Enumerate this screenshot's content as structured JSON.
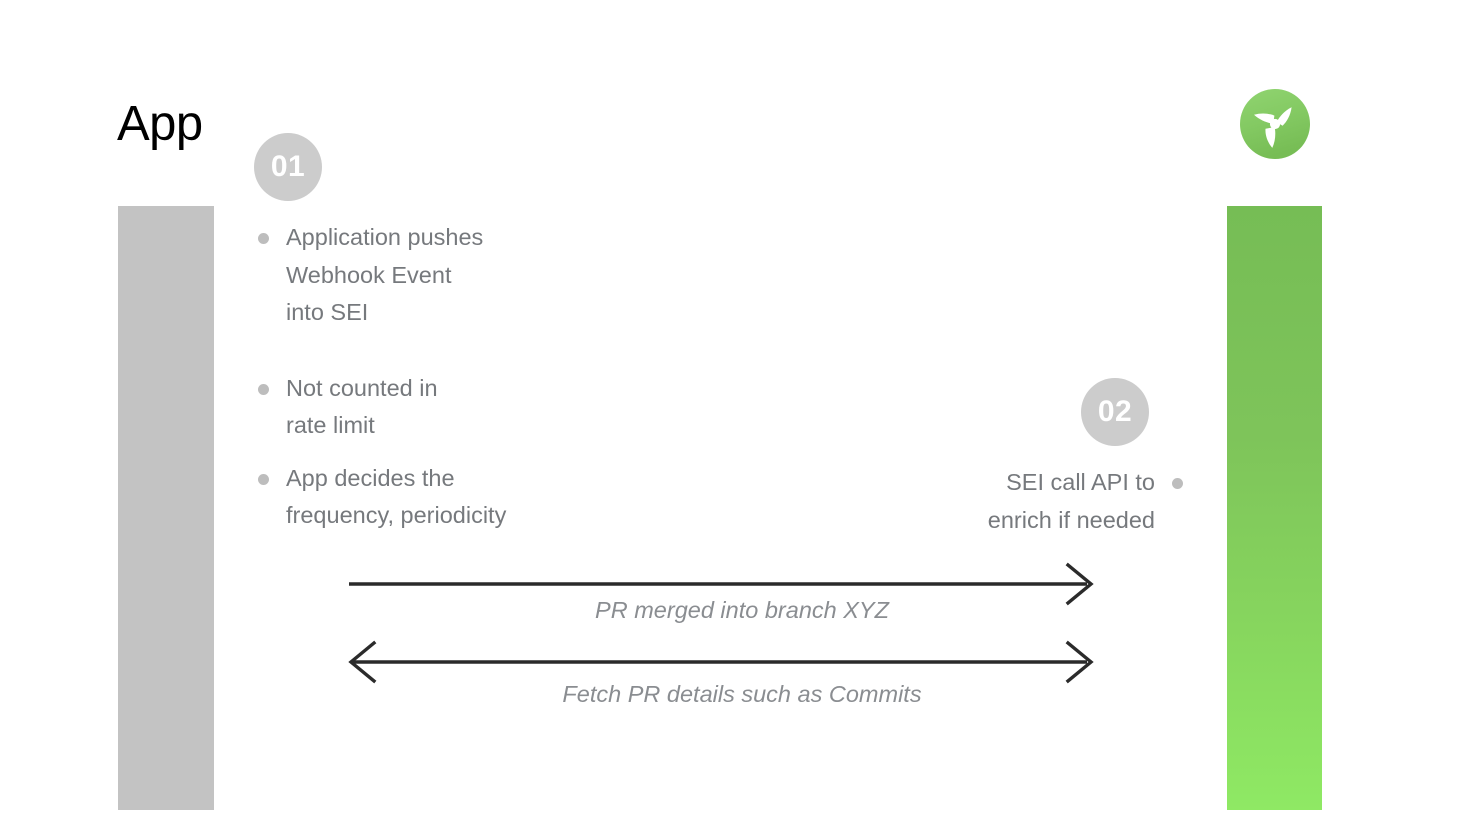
{
  "slide": {
    "title": "App",
    "background_color": "#ffffff"
  },
  "logo": {
    "icon": "propeller-logo-icon",
    "circle_color_top": "#8ccf6a",
    "circle_color_bottom": "#7ec45a",
    "blade_color": "#ffffff"
  },
  "lanes": {
    "left": {
      "name": "app-lane",
      "color": "#c3c3c3"
    },
    "right": {
      "name": "sei-lane",
      "gradient_from": "#76bd55",
      "gradient_to": "#8fe964"
    }
  },
  "steps": [
    {
      "badge": "01",
      "badge_color": "#cccccc",
      "badge_text_color": "#ffffff",
      "align": "left",
      "bullets": [
        "Application pushes\nWebhook Event\ninto SEI",
        "Not counted in\nrate limit",
        "App decides the\nfrequency, periodicity"
      ]
    },
    {
      "badge": "02",
      "badge_color": "#cccccc",
      "badge_text_color": "#ffffff",
      "align": "right",
      "bullets": [
        "SEI call API to\nenrich if needed"
      ]
    }
  ],
  "arrows": [
    {
      "label": "PR merged into branch XYZ",
      "direction": "right",
      "line_color": "#2b2b2b",
      "label_color": "#8a8d91"
    },
    {
      "label": "Fetch PR details such as Commits",
      "direction": "both",
      "line_color": "#2b2b2b",
      "label_color": "#8a8d91"
    }
  ],
  "text_colors": {
    "bullet_text": "#76797d",
    "bullet_dot": "#bdbdbd",
    "title": "#000000"
  }
}
